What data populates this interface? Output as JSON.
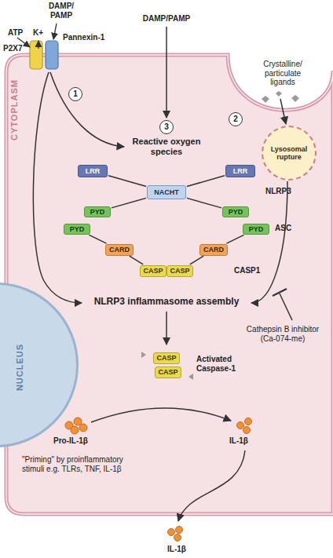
{
  "diagram": {
    "nodes": [
      {
        "text": [
          "CYTOPLASM"
        ]
      },
      {
        "text": [
          "1"
        ],
        "in": 0
      },
      {
        "text": [
          "2"
        ],
        "in": 0
      },
      {
        "text": [
          "3"
        ],
        "in": 0
      },
      {
        "text": [
          "Lysosomal rupture"
        ],
        "in": 0
      },
      {
        "text": [
          "LRR"
        ],
        "in": 0
      },
      {
        "text": [
          "LRR"
        ],
        "in": 0
      },
      {
        "text": [
          "NACHT"
        ],
        "in": 0
      },
      {
        "text": [
          "PYD"
        ],
        "in": 0
      },
      {
        "text": [
          "PYD"
        ],
        "in": 0
      },
      {
        "text": [
          "PYD"
        ],
        "in": 0
      },
      {
        "text": [
          "PYD"
        ],
        "in": 0
      },
      {
        "text": [
          "CARD"
        ],
        "in": 0
      },
      {
        "text": [
          "CARD"
        ],
        "in": 0
      },
      {
        "text": [
          "CASP"
        ],
        "in": 0
      },
      {
        "text": [
          "CASP"
        ],
        "in": 0
      },
      {
        "text": [
          "NUCLEUS"
        ],
        "in": 0
      },
      {
        "text": [
          "CASP"
        ],
        "in": 0
      },
      {
        "text": [
          "CASP"
        ],
        "in": 0
      }
    ],
    "edges": [
      {
        "from": 5,
        "to": 7,
        "arrow": "none"
      },
      {
        "from": 6,
        "to": 7,
        "arrow": "none"
      },
      {
        "from": 7,
        "to": 8,
        "arrow": "none"
      },
      {
        "from": 7,
        "to": 9,
        "arrow": "none"
      },
      {
        "from": 10,
        "to": 12,
        "arrow": "none"
      },
      {
        "from": 11,
        "to": 13,
        "arrow": "none"
      },
      {
        "from": 12,
        "to": 14,
        "arrow": "none"
      },
      {
        "from": 13,
        "to": 15,
        "arrow": "none"
      }
    ],
    "labels": [
      "DAMP/ PAMP",
      "ATP",
      "K+",
      "Pannexin-1",
      "P2X7",
      "DAMP/PAMP",
      "Crystalline/ particulate ligands",
      "Reactive oxygen species",
      "NLRP3",
      "ASC",
      "CASP1",
      "NLRP3 inflammasome assembly",
      "Cathepsin B inhibitor (Ca-074-me)",
      "Activated Caspase-1",
      "Pro-IL-1β",
      "IL-1β",
      "\"Priming\" by proinflammatory stimuli e.g. TLRs, TNF, IL-1β",
      "IL-1β"
    ]
  }
}
